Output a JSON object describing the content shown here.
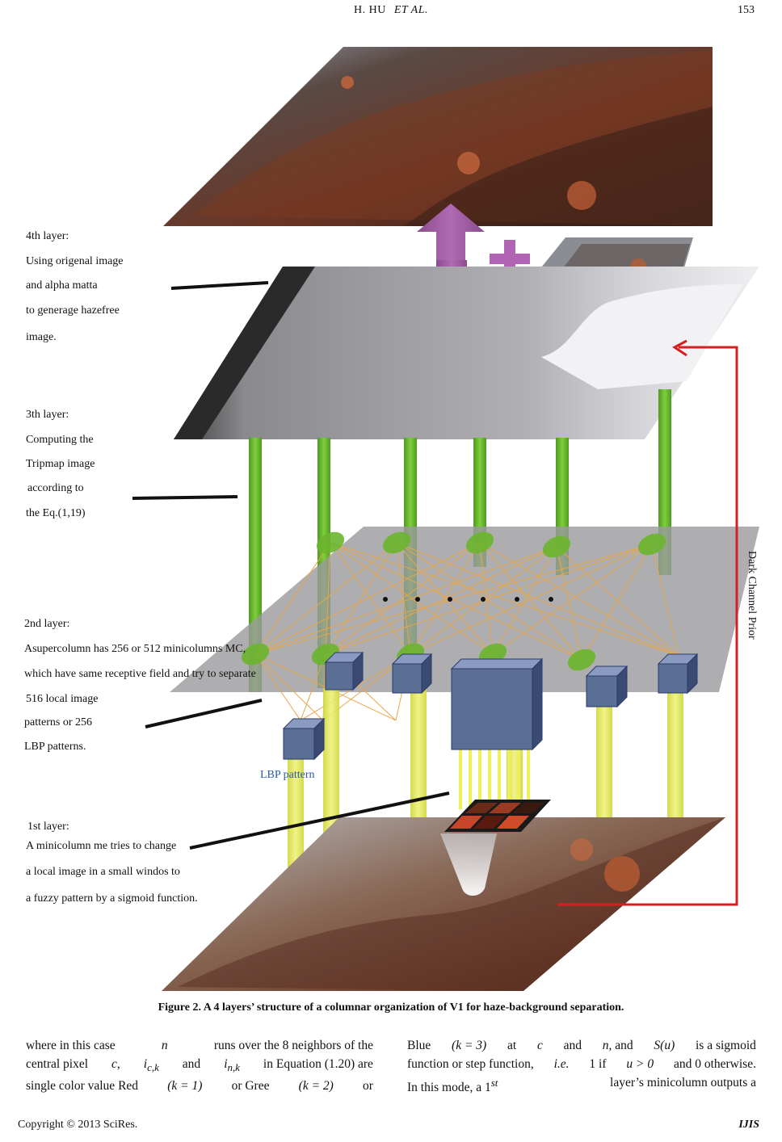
{
  "header": {
    "authors": "H. HU",
    "etal": "ET   AL.",
    "page_number": "153"
  },
  "figure": {
    "labels": {
      "layer4": [
        "4th layer:",
        "Using origenal image",
        "and alpha matta",
        "to generage hazefree",
        "image."
      ],
      "layer3": [
        "3th layer:",
        "Computing the",
        "Tripmap image",
        "according to",
        "the Eq.(1,19)"
      ],
      "layer2": [
        "2nd layer:",
        "Asupercolumn has 256 or 512 minicolumns MC,",
        "which have same receptive field and try to separate",
        "516 local image",
        "patterns or 256",
        "LBP patterns."
      ],
      "layer1": [
        "1st layer:",
        "A minicolumn me tries to change",
        "a local image in a small windos to",
        "a fuzzy pattern by a sigmoid function."
      ]
    },
    "lbp_label": "LBP pattern",
    "dark_channel_label": "Dark Channel Prior",
    "colors": {
      "arrow": "#a15aa3",
      "green": "#6ab52e",
      "yellow": "#dfe84a",
      "red": "#d62020",
      "cube": "#5b6f95"
    }
  },
  "caption": "Figure 2. A 4 layers’ structure of a columnar organization of V1 for haze-background separation.",
  "body": {
    "left": {
      "l1a": "where in this case",
      "l1n": "n",
      "l1b": "runs over the 8 neighbors of the",
      "l2a": "central pixel",
      "l2c": "c",
      "l2comma": ",",
      "l2i1": "i",
      "l2sub1": "c,k",
      "l2and": "and",
      "l2i2": "i",
      "l2sub2": "n,k",
      "l2b": "in Equation (1.20) are",
      "l3a": "single color value Red",
      "l3k1": "(k = 1)",
      "l3or": "or Gree",
      "l3k2": "(k = 2)",
      "l3b": "or"
    },
    "right": {
      "l1a": "Blue",
      "l1k3": "(k = 3)",
      "l1at": "at",
      "l1c": "c",
      "l1and": "and",
      "l1n": "n",
      "l1and2": ", and",
      "l1S": "S(u)",
      "l1b": "is a sigmoid",
      "l2a": "function or step function,",
      "l2ie": "i.e.",
      "l2b": "1 if",
      "l2u": "u > 0",
      "l2c": "and 0 otherwise.",
      "l3a": "In this mode, a 1",
      "l3sup": "st",
      "l3b": "layer’s minicolumn outputs a"
    }
  },
  "footer": {
    "copyright": "Copyright © 2013 SciRes.",
    "journal": "IJIS"
  }
}
